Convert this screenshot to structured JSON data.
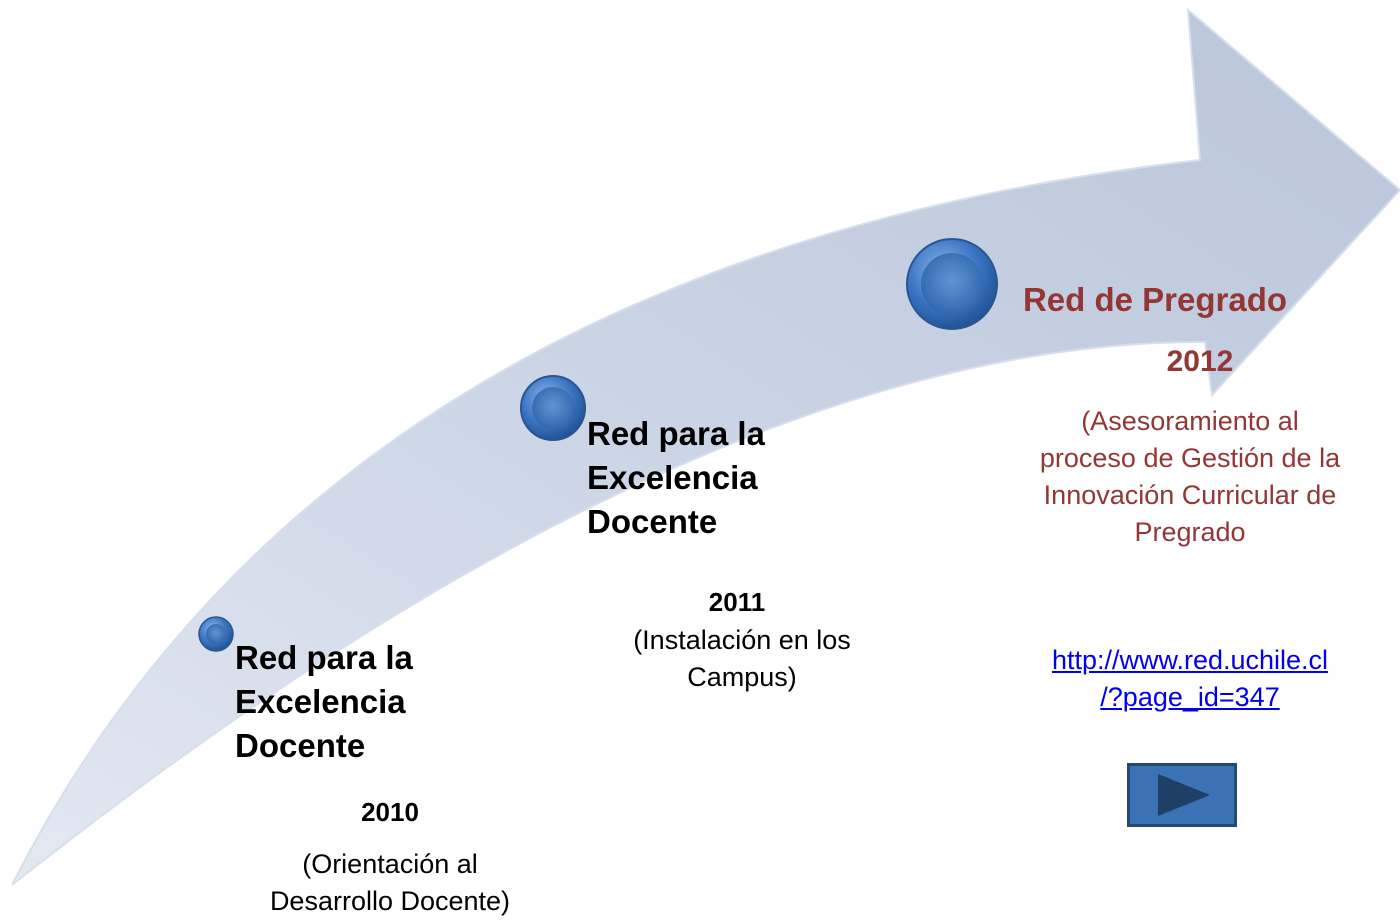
{
  "timeline": [
    {
      "title": "Red para la Excelencia Docente",
      "title_lines": [
        "Red para la",
        "Excelencia",
        "Docente"
      ],
      "year": "2010",
      "description_lines": [
        "(Orientación al",
        "Desarrollo Docente)"
      ]
    },
    {
      "title": "Red para la Excelencia Docente",
      "title_lines": [
        "Red para la",
        "Excelencia",
        "Docente"
      ],
      "year": "2011",
      "description_lines": [
        "(Instalación en los",
        "Campus)"
      ]
    },
    {
      "title": "Red de Pregrado",
      "year": "2012",
      "description_lines": [
        "(Asesoramiento  al",
        "proceso de Gestión de la",
        "Innovación Curricular de",
        "Pregrado"
      ],
      "link_lines": [
        "http://www.red.uchile.cl",
        "/?page_id=347"
      ]
    }
  ],
  "colors": {
    "arrow_fill": "#c9d3e4",
    "accent_red": "#943634",
    "node_blue": "#3a76c4",
    "link_blue": "#0000ee",
    "button_blue": "#3b72b6"
  },
  "icons": {
    "next_button": "play-triangle-icon"
  }
}
